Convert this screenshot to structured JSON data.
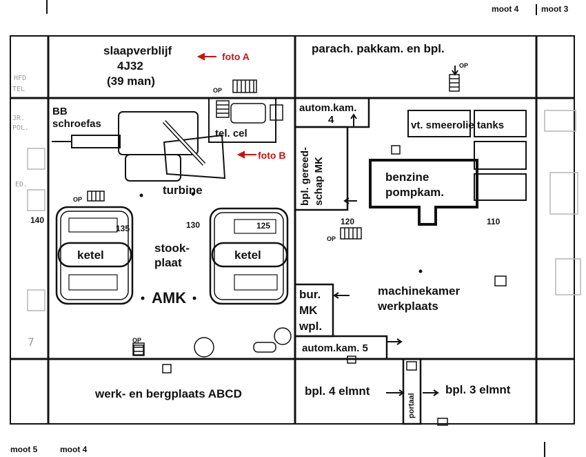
{
  "header": {
    "moot_top_left": "moot 4",
    "moot_top_right": "moot 3"
  },
  "footer": {
    "moot_bottom_left": "moot 5",
    "moot_bottom_right": "moot 4"
  },
  "rooms": {
    "slaapverblijf": "slaapverblijf",
    "slaap_code": "4J32",
    "slaap_capacity": "(39 man)",
    "parach": "parach. pakkam. en bpl.",
    "bb": "BB",
    "schroefas": "schroefas",
    "tel_cel": "tel. cel",
    "autom4_line1": "autom.kam.",
    "autom4_line2": "4",
    "smeerolie": "vt. smeerolie tanks",
    "gereedschap_line1": "bpl. gereed-",
    "gereedschap_line2": "schap MK",
    "benzine_line1": "benzine",
    "benzine_line2": "pompkam.",
    "turbine": "turbine",
    "ketel_left": "ketel",
    "ketel_right": "ketel",
    "stook_line1": "stook-",
    "stook_line2": "plaat",
    "amk": "AMK",
    "bur_line1": "bur.",
    "bur_line2": "MK",
    "bur_line3": "wpl.",
    "mk_line1": "machinekamer",
    "mk_line2": "werkplaats",
    "autom5": "autom.kam. 5",
    "werk": "werk- en bergplaats ABCD",
    "bpl4": "bpl. 4 elmnt",
    "portaal": "portaal",
    "bpl3": "bpl. 3 elmnt"
  },
  "photos": {
    "a": "foto A",
    "b": "foto B"
  },
  "frames": {
    "f140": "140",
    "f135": "135",
    "f130": "130",
    "f125": "125",
    "f120": "120",
    "f110": "110"
  },
  "op_marks": {
    "op": "OP"
  },
  "margin_scraps": {
    "l1": "HFD",
    "l2": "TEL",
    "l3": "JR.",
    "l4": "POL.",
    "l5": "ED.",
    "l6": "7"
  },
  "colors": {
    "ink": "#111111",
    "photo_marker": "#cc1111",
    "faint": "#9a9a9a"
  }
}
